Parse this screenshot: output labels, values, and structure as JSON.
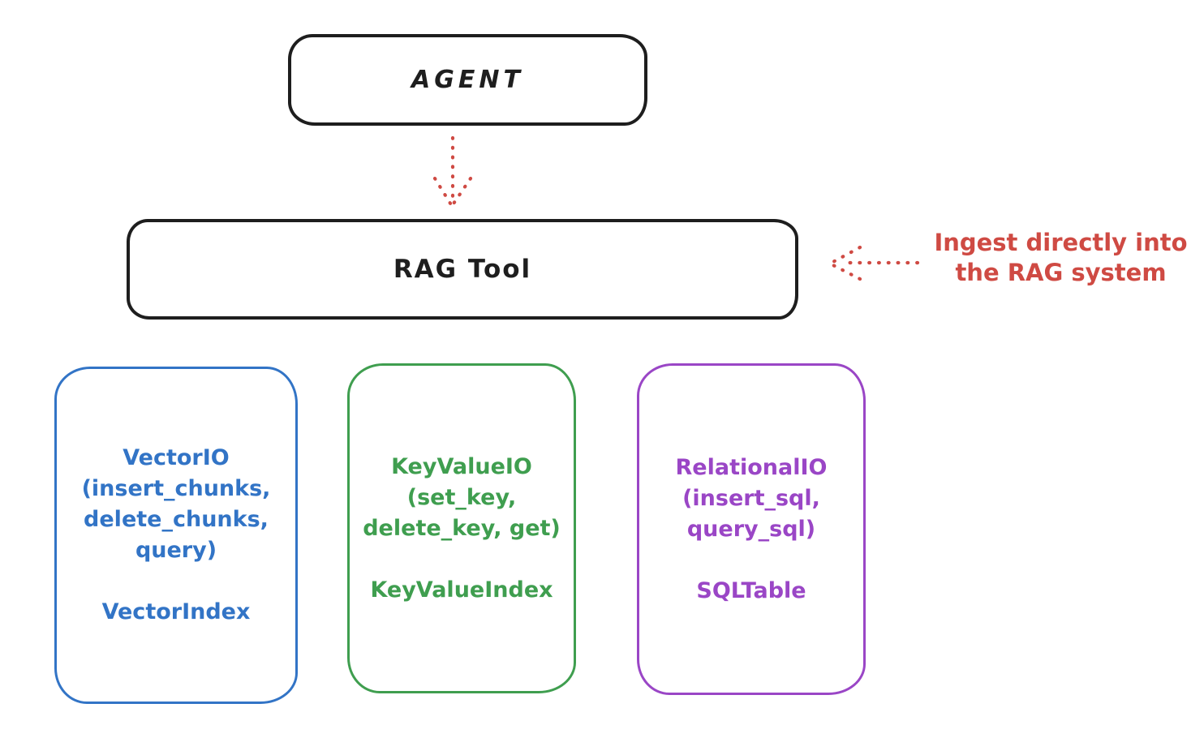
{
  "canvas": {
    "background": "#ffffff"
  },
  "agent_box": {
    "label": "AGENT",
    "stroke": "#1e1e1e"
  },
  "rag_tool_box": {
    "label": "RAG Tool",
    "stroke": "#1e1e1e"
  },
  "agent_to_rag_arrow": {
    "name": "dotted-arrow-down",
    "style": "dotted",
    "direction": "down",
    "color": "#cf4a43"
  },
  "ingest_annotation": {
    "lines": [
      "Ingest directly into",
      "the RAG system"
    ],
    "color": "#cf4a43",
    "arrow": {
      "name": "dotted-arrow-left",
      "style": "dotted",
      "direction": "left",
      "color": "#cf4a43"
    }
  },
  "io_boxes": [
    {
      "id": "vector-io",
      "color": "#3274c6",
      "method_lines": [
        "VectorIO",
        "(insert_chunks,",
        "delete_chunks,",
        "query)"
      ],
      "index_label": "VectorIndex"
    },
    {
      "id": "keyvalue-io",
      "color": "#3f9e4f",
      "method_lines": [
        "KeyValueIO",
        "(set_key,",
        "delete_key, get)"
      ],
      "index_label": "KeyValueIndex"
    },
    {
      "id": "relational-io",
      "color": "#9a46c6",
      "method_lines": [
        "RelationalIO",
        "(insert_sql,",
        "query_sql)"
      ],
      "index_label": "SQLTable"
    }
  ]
}
